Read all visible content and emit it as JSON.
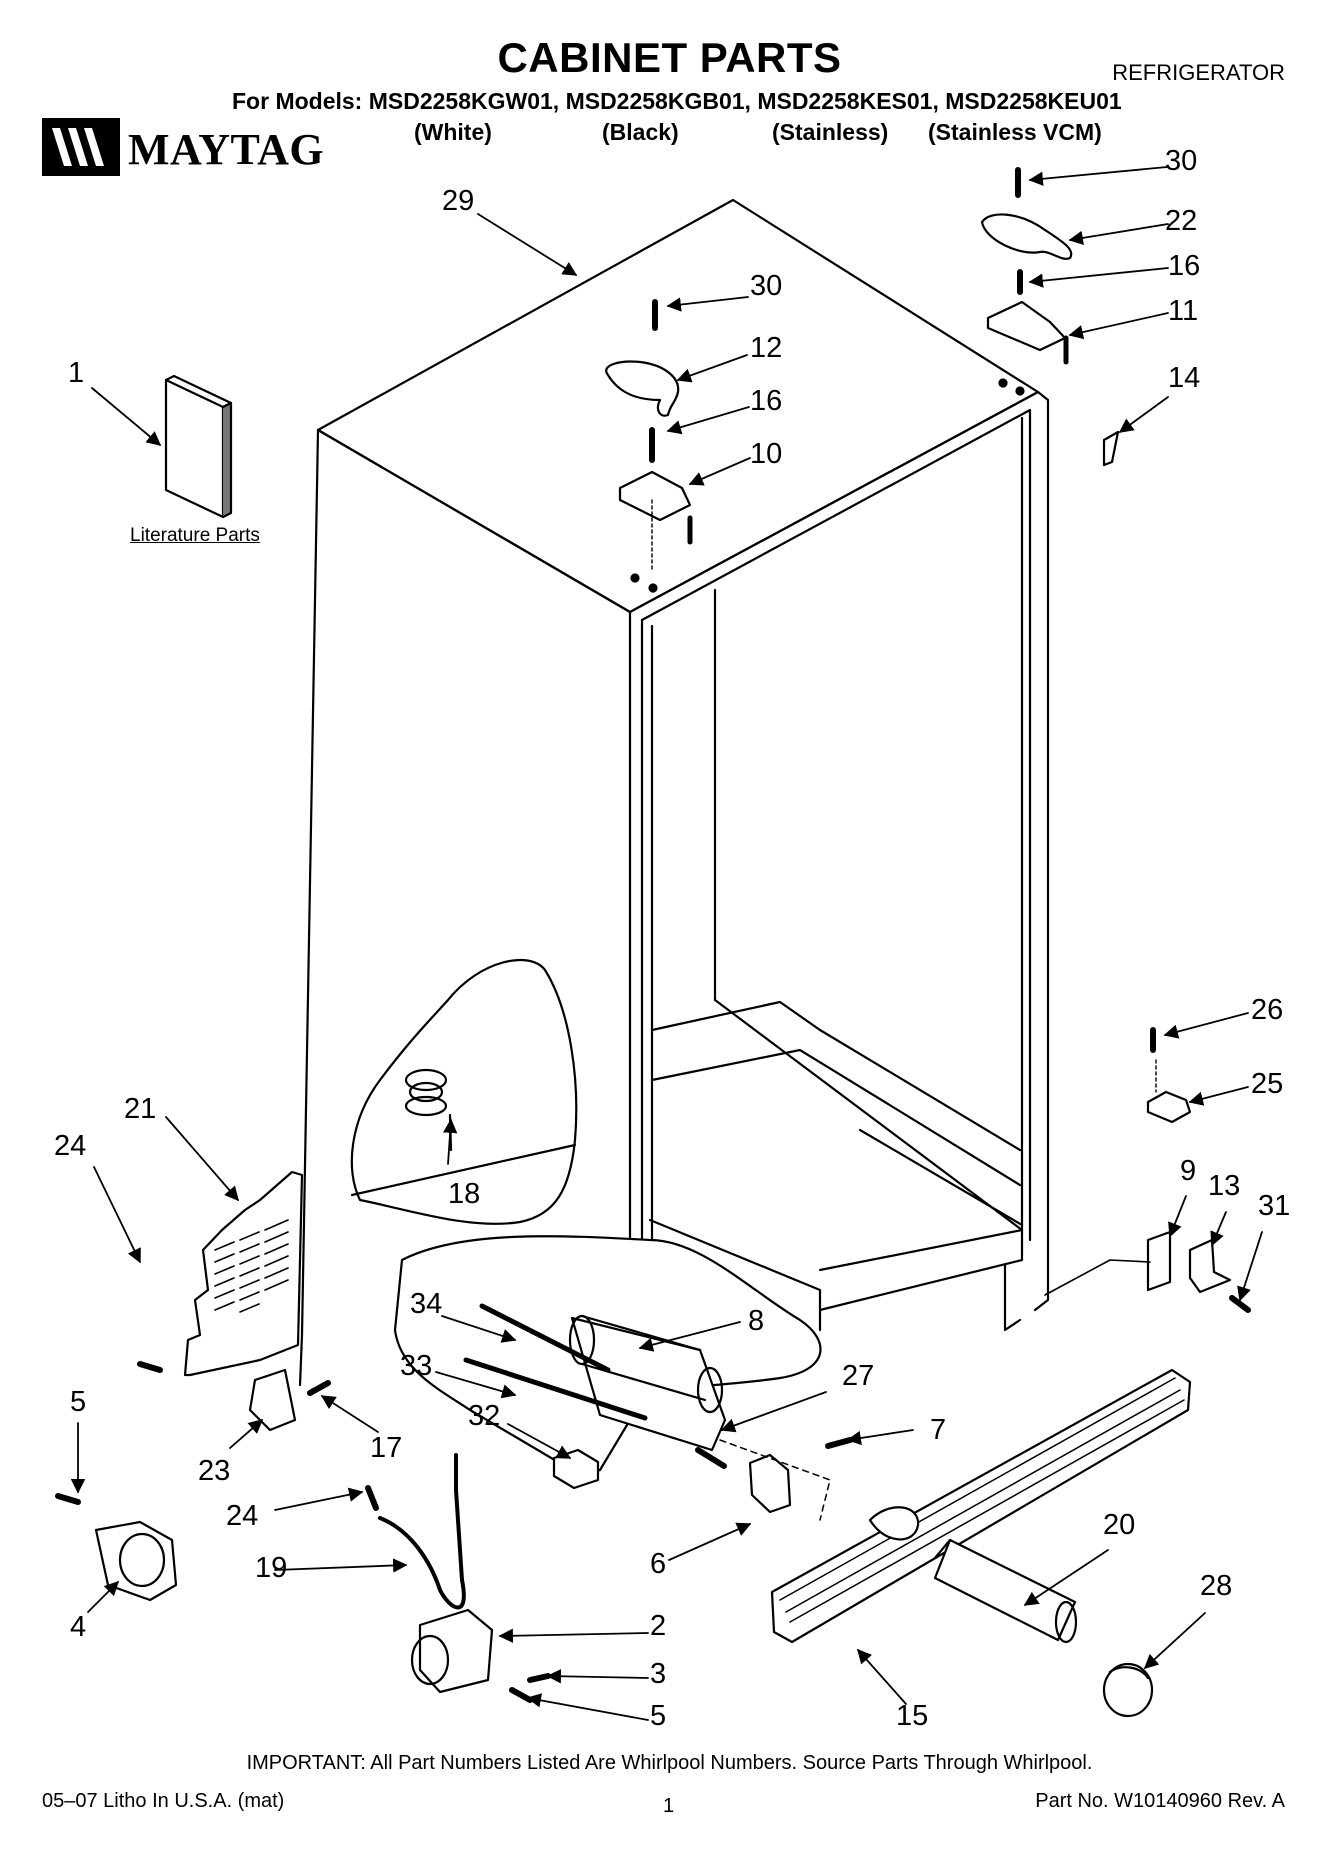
{
  "header": {
    "title": "CABINET PARTS",
    "doc_type": "REFRIGERATOR",
    "models_line": "For Models: MSD2258KGW01, MSD2258KGB01, MSD2258KES01, MSD2258KEU01",
    "variants": [
      "(White)",
      "(Black)",
      "(Stainless)",
      "(Stainless VCM)"
    ]
  },
  "brand": {
    "name": "MAYTAG",
    "logo_icon": "maytag-logo"
  },
  "literature": {
    "label": "Literature Parts"
  },
  "callouts": [
    "1",
    "2",
    "3",
    "4",
    "5",
    "5",
    "6",
    "7",
    "8",
    "9",
    "10",
    "11",
    "12",
    "13",
    "14",
    "15",
    "16",
    "16",
    "17",
    "18",
    "19",
    "20",
    "21",
    "22",
    "23",
    "24",
    "24",
    "25",
    "26",
    "27",
    "28",
    "29",
    "30",
    "30",
    "31",
    "32",
    "33",
    "34"
  ],
  "footer": {
    "note": "IMPORTANT: All Part Numbers Listed Are Whirlpool Numbers. Source Parts Through Whirlpool.",
    "left": "05–07 Litho In U.S.A. (mat)",
    "page": "1",
    "right": "Part No. W10140960 Rev. A"
  }
}
